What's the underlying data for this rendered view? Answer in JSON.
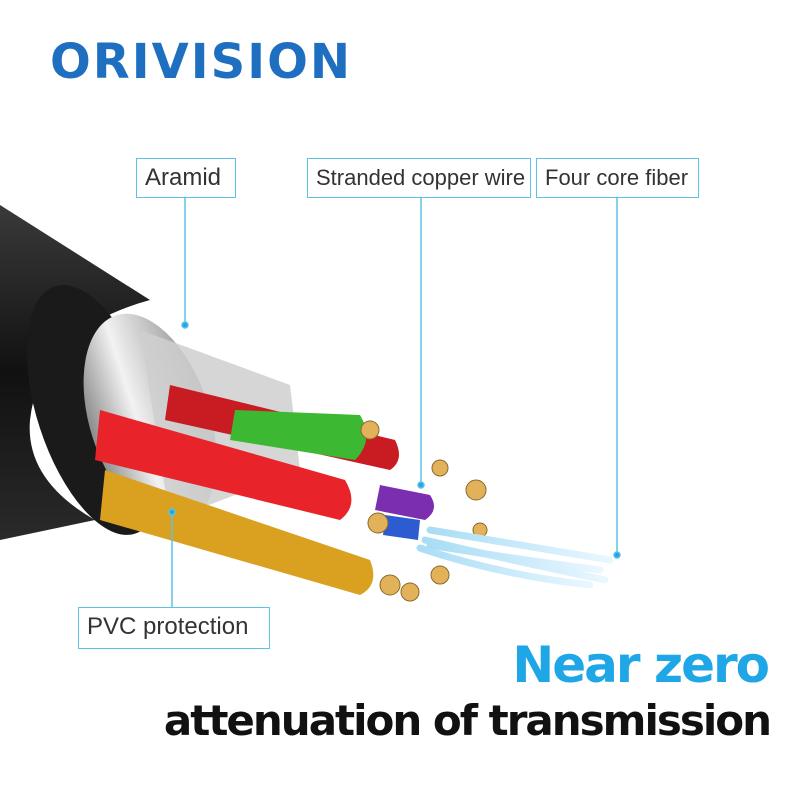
{
  "brand": {
    "name": "ORIVISION"
  },
  "labels": {
    "aramid": "Aramid",
    "copper": "Stranded copper wire",
    "fiber": "Four core fiber",
    "pvc": "PVC protection"
  },
  "headline": {
    "line1": "Near zero",
    "line2": "attenuation of transmission"
  },
  "colors": {
    "brand": "#1f6fc0",
    "accent": "#1fa6e6",
    "callout_border": "#5bc3e6",
    "jacket": "#1b1b1b",
    "wire_red": "#e8232a",
    "wire_yellow": "#d9a11f",
    "wire_green": "#3cb832",
    "wire_purple": "#7b2fb0"
  }
}
